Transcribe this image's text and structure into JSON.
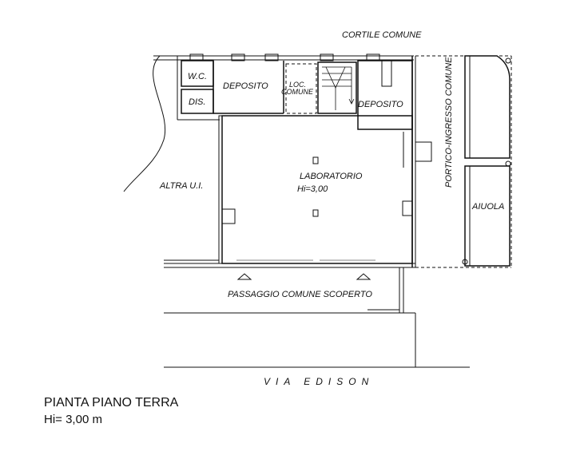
{
  "plan": {
    "labels": {
      "cortile": "CORTILE COMUNE",
      "portico": "PORTICO-INGRESSO COMUNE",
      "wc": "W.C.",
      "dis": "DIS.",
      "deposito_left": "DEPOSITO",
      "loc_line1": "LOC.",
      "loc_line2": "COMUNE",
      "deposito_right": "DEPOSITO",
      "altra": "ALTRA U.I.",
      "laboratorio": "LABORATORIO",
      "hi_room": "Hi=3,00",
      "aiuola": "AIUOLA",
      "passaggio": "PASSAGGIO COMUNE SCOPERTO",
      "street": "VIA EDISON"
    }
  },
  "caption": {
    "title": "PIANTA PIANO TERRA",
    "height": "Hi= 3,00 m"
  }
}
